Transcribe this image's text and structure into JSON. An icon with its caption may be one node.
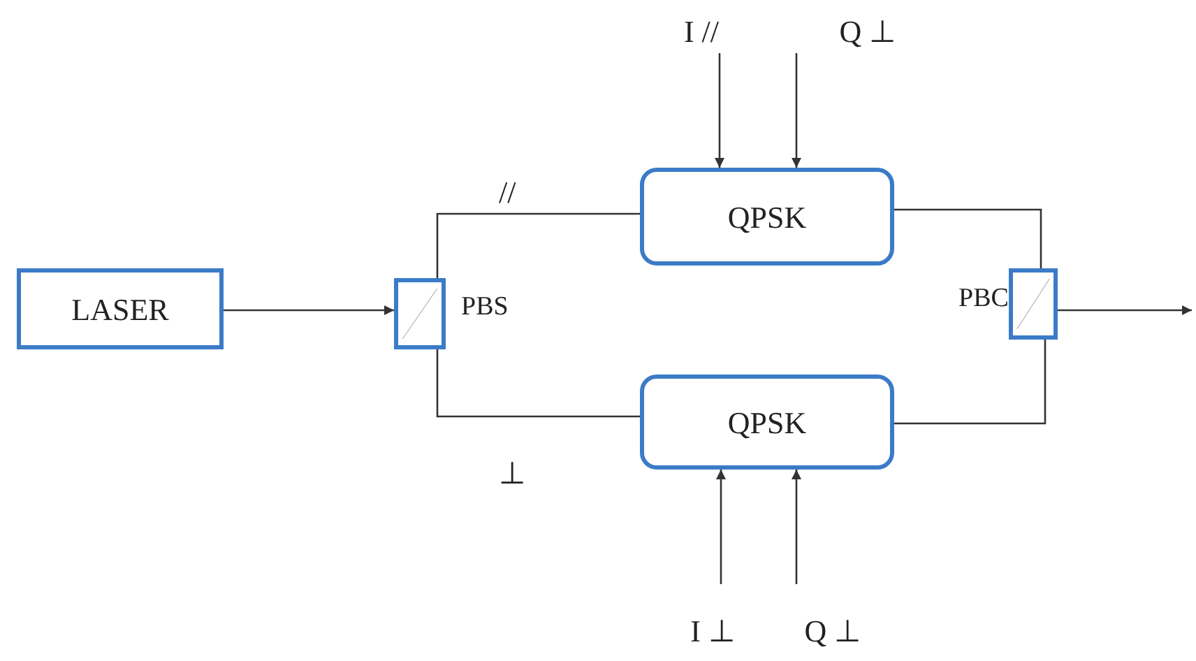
{
  "diagram": {
    "nodes": [
      {
        "text": [
          "LASER"
        ]
      },
      {
        "text": [],
        "shape": "box",
        "beside": [
          "PBS"
        ]
      },
      {
        "text": [
          "QPSK"
        ]
      },
      {
        "text": [
          "QPSK"
        ]
      },
      {
        "text": [],
        "shape": "box",
        "beside": [
          "PBC"
        ]
      },
      {
        "text": [
          "I //"
        ]
      },
      {
        "text": [
          "Q ⊥"
        ]
      },
      {
        "text": [
          "I ⊥"
        ]
      },
      {
        "text": [
          "Q ⊥"
        ]
      }
    ],
    "edges": [
      {
        "from": 0,
        "to": 1,
        "arrow": "to"
      },
      {
        "from": 1,
        "to": 2,
        "arrow": "none",
        "label": "//"
      },
      {
        "from": 1,
        "to": 3,
        "arrow": "none",
        "label": "⊥"
      },
      {
        "from": 2,
        "to": 4,
        "arrow": "none"
      },
      {
        "from": 3,
        "to": 4,
        "arrow": "none"
      },
      {
        "from": 4,
        "to": null,
        "arrow": "to"
      },
      {
        "from": 5,
        "to": 2,
        "arrow": "to"
      },
      {
        "from": 6,
        "to": 2,
        "arrow": "to"
      },
      {
        "from": 7,
        "to": 3,
        "arrow": "to"
      },
      {
        "from": 8,
        "to": 3,
        "arrow": "to"
      }
    ]
  }
}
